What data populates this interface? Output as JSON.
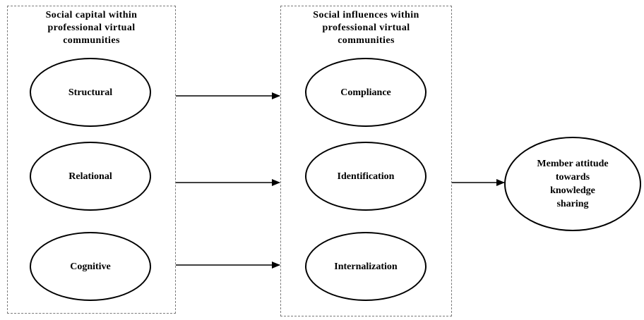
{
  "groups": {
    "social_capital": {
      "title_lines": [
        "Social capital within",
        "professional virtual",
        "communities"
      ],
      "items": [
        "Structural",
        "Relational",
        "Cognitive"
      ]
    },
    "social_influences": {
      "title_lines": [
        "Social influences within",
        "professional virtual",
        "communities"
      ],
      "items": [
        "Compliance",
        "Identification",
        "Internalization"
      ]
    }
  },
  "outcome": {
    "label_lines": [
      "Member attitude",
      "towards",
      "knowledge",
      "sharing"
    ]
  }
}
